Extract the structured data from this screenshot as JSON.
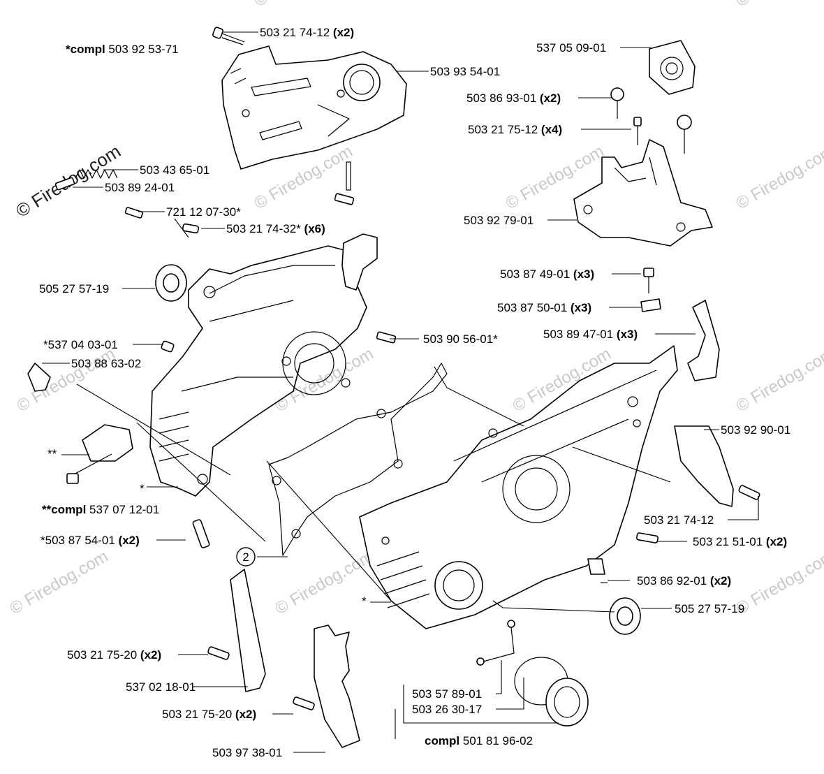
{
  "watermark": {
    "text": "© Firedog.com"
  },
  "callout_badge": "2",
  "labels": {
    "l01a": "503 21 74-12 ",
    "l01b": "(x2)",
    "l02a": "*compl",
    "l02b": " 503 92 53-71",
    "l03": "503 93 54-01",
    "l04": "503 43 65-01",
    "l05": "503 89 24-01",
    "l06": "721 12 07-30*",
    "l07a": "503 21 74-32* ",
    "l07b": "(x6)",
    "l08": "505 27 57-19",
    "l09": "*537 04 03-01",
    "l10": "503 88 63-02",
    "l11": "**",
    "l12": "*",
    "l13a": "**compl",
    "l13b": " 537 07 12-01",
    "l14a": "*503 87 54-01 ",
    "l14b": "(x2)",
    "l15": "*",
    "l16a": "503 21 75-20 ",
    "l16b": "(x2)",
    "l17": "537 02 18-01",
    "l18a": "503 21 75-20 ",
    "l18b": "(x2)",
    "l19": "503 97 38-01",
    "l20": "537 05 09-01",
    "l21a": "503 86 93-01 ",
    "l21b": "(x2)",
    "l22a": "503 21 75-12 ",
    "l22b": "(x4)",
    "l23": "503 92 79-01",
    "l24a": "503 87 49-01 ",
    "l24b": "(x3)",
    "l25a": "503 87 50-01 ",
    "l25b": "(x3)",
    "l26": "503 90 56-01*",
    "l27a": "503 89 47-01 ",
    "l27b": "(x3)",
    "l28": "503 92 90-01",
    "l29": "503 21 74-12",
    "l30a": "503 21 51-01 ",
    "l30b": "(x2)",
    "l31a": "503 86 92-01 ",
    "l31b": "(x2)",
    "l32": "505 27 57-19",
    "l33": "503 57 89-01",
    "l34": "503 26 30-17",
    "l35a": "compl",
    "l35b": " 501 81 96-02"
  }
}
